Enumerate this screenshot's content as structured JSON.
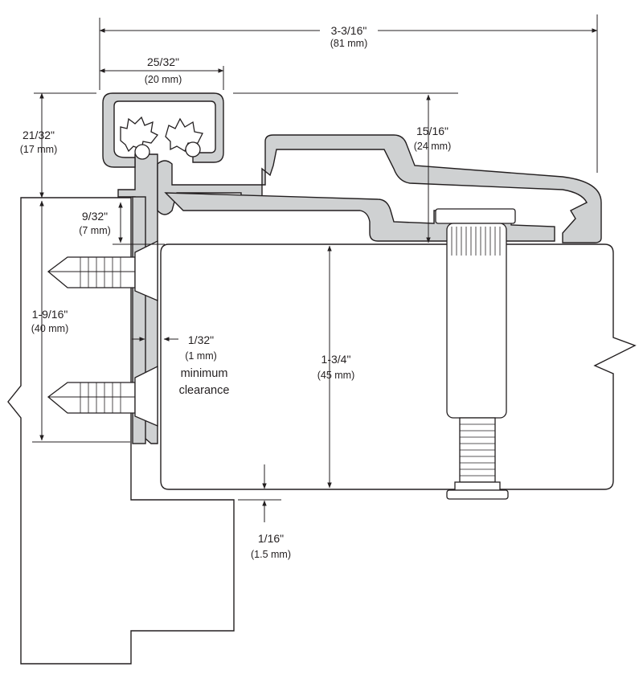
{
  "colors": {
    "line": "#231f20",
    "metal": "#cfd1d2",
    "background": "#ffffff"
  },
  "dimensions": {
    "overall_width": {
      "imperial": "3-3/16\"",
      "metric": "(81 mm)"
    },
    "knuckle_width": {
      "imperial": "25/32\"",
      "metric": "(20 mm)"
    },
    "knuckle_height": {
      "imperial": "21/32\"",
      "metric": "(17 mm)"
    },
    "leaf_height": {
      "imperial": "15/16\"",
      "metric": "(24 mm)"
    },
    "frame_offset": {
      "imperial": "9/32\"",
      "metric": "(7 mm)"
    },
    "frame_leaf": {
      "imperial": "1-9/16\"",
      "metric": "(40 mm)"
    },
    "door_thickness": {
      "imperial": "1-3/4\"",
      "metric": "(45 mm)"
    },
    "clearance": {
      "imperial": "1/32\"",
      "metric": "(1 mm)",
      "note_line1": "minimum",
      "note_line2": "clearance"
    },
    "bottom_gap": {
      "imperial": "1/16\"",
      "metric": "(1.5 mm)"
    }
  },
  "parts": [
    "wood-screw",
    "through-bolt",
    "continuous-hinge",
    "door",
    "frame"
  ]
}
